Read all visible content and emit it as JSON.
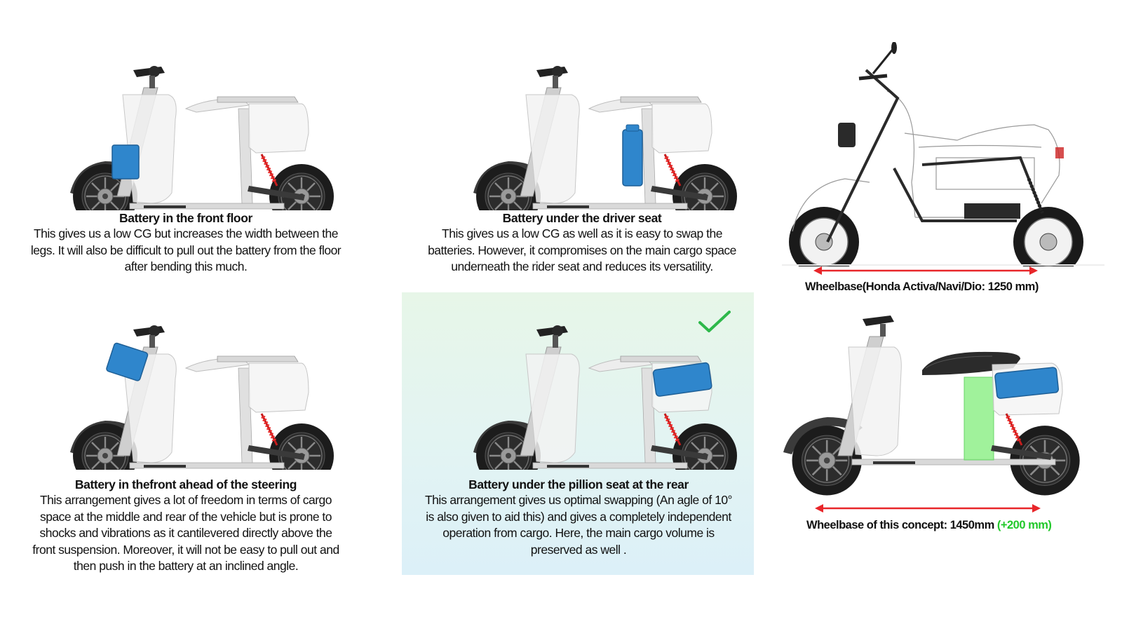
{
  "panels": [
    {
      "id": "front-floor",
      "title": "Battery in the front floor",
      "body": [
        "This gives us a low CG but increases the width between the",
        "legs. It will also be difficult to pull out the battery from the floor",
        "after bending this much."
      ]
    },
    {
      "id": "driver-seat",
      "title": "Battery under the driver seat",
      "body": [
        "This gives us a low CG as well as it is easy to swap the",
        "batteries. However, it compromises on the main cargo space",
        "underneath the rider seat and reduces its versatility."
      ]
    },
    {
      "id": "front-steering",
      "title": "Battery in thefront ahead of the steering",
      "body": [
        "This arrangement gives a lot of freedom in terms of cargo",
        "space at the middle and rear of the vehicle but is prone to",
        "shocks and vibrations as it cantilevered directly above the",
        "front suspension. Moreover, it will not be easy to pull out and",
        "then push in the battery at an inclined angle."
      ]
    },
    {
      "id": "pillion-seat",
      "title": "Battery under the pillion seat at the rear",
      "body": [
        "This arrangement gives us optimal swapping (An agle of 10°",
        "is also given to aid this) and gives a completely independent",
        "operation from cargo. Here, the main cargo volume is",
        "preserved as well ."
      ],
      "selected": true
    }
  ],
  "wheelbase": {
    "reference_label": "Wheelbase(Honda Activa/Navi/Dio: 1250 mm)",
    "concept_label": "Wheelbase of this concept: 1450mm ",
    "concept_delta": "(+200 mm)"
  },
  "colors": {
    "battery": "#2f86cc",
    "check": "#2db84a",
    "arrow": "#e8262a",
    "suspension": "#d42020",
    "green_volume": "#8ff08a",
    "delta_text": "#22c82a"
  }
}
